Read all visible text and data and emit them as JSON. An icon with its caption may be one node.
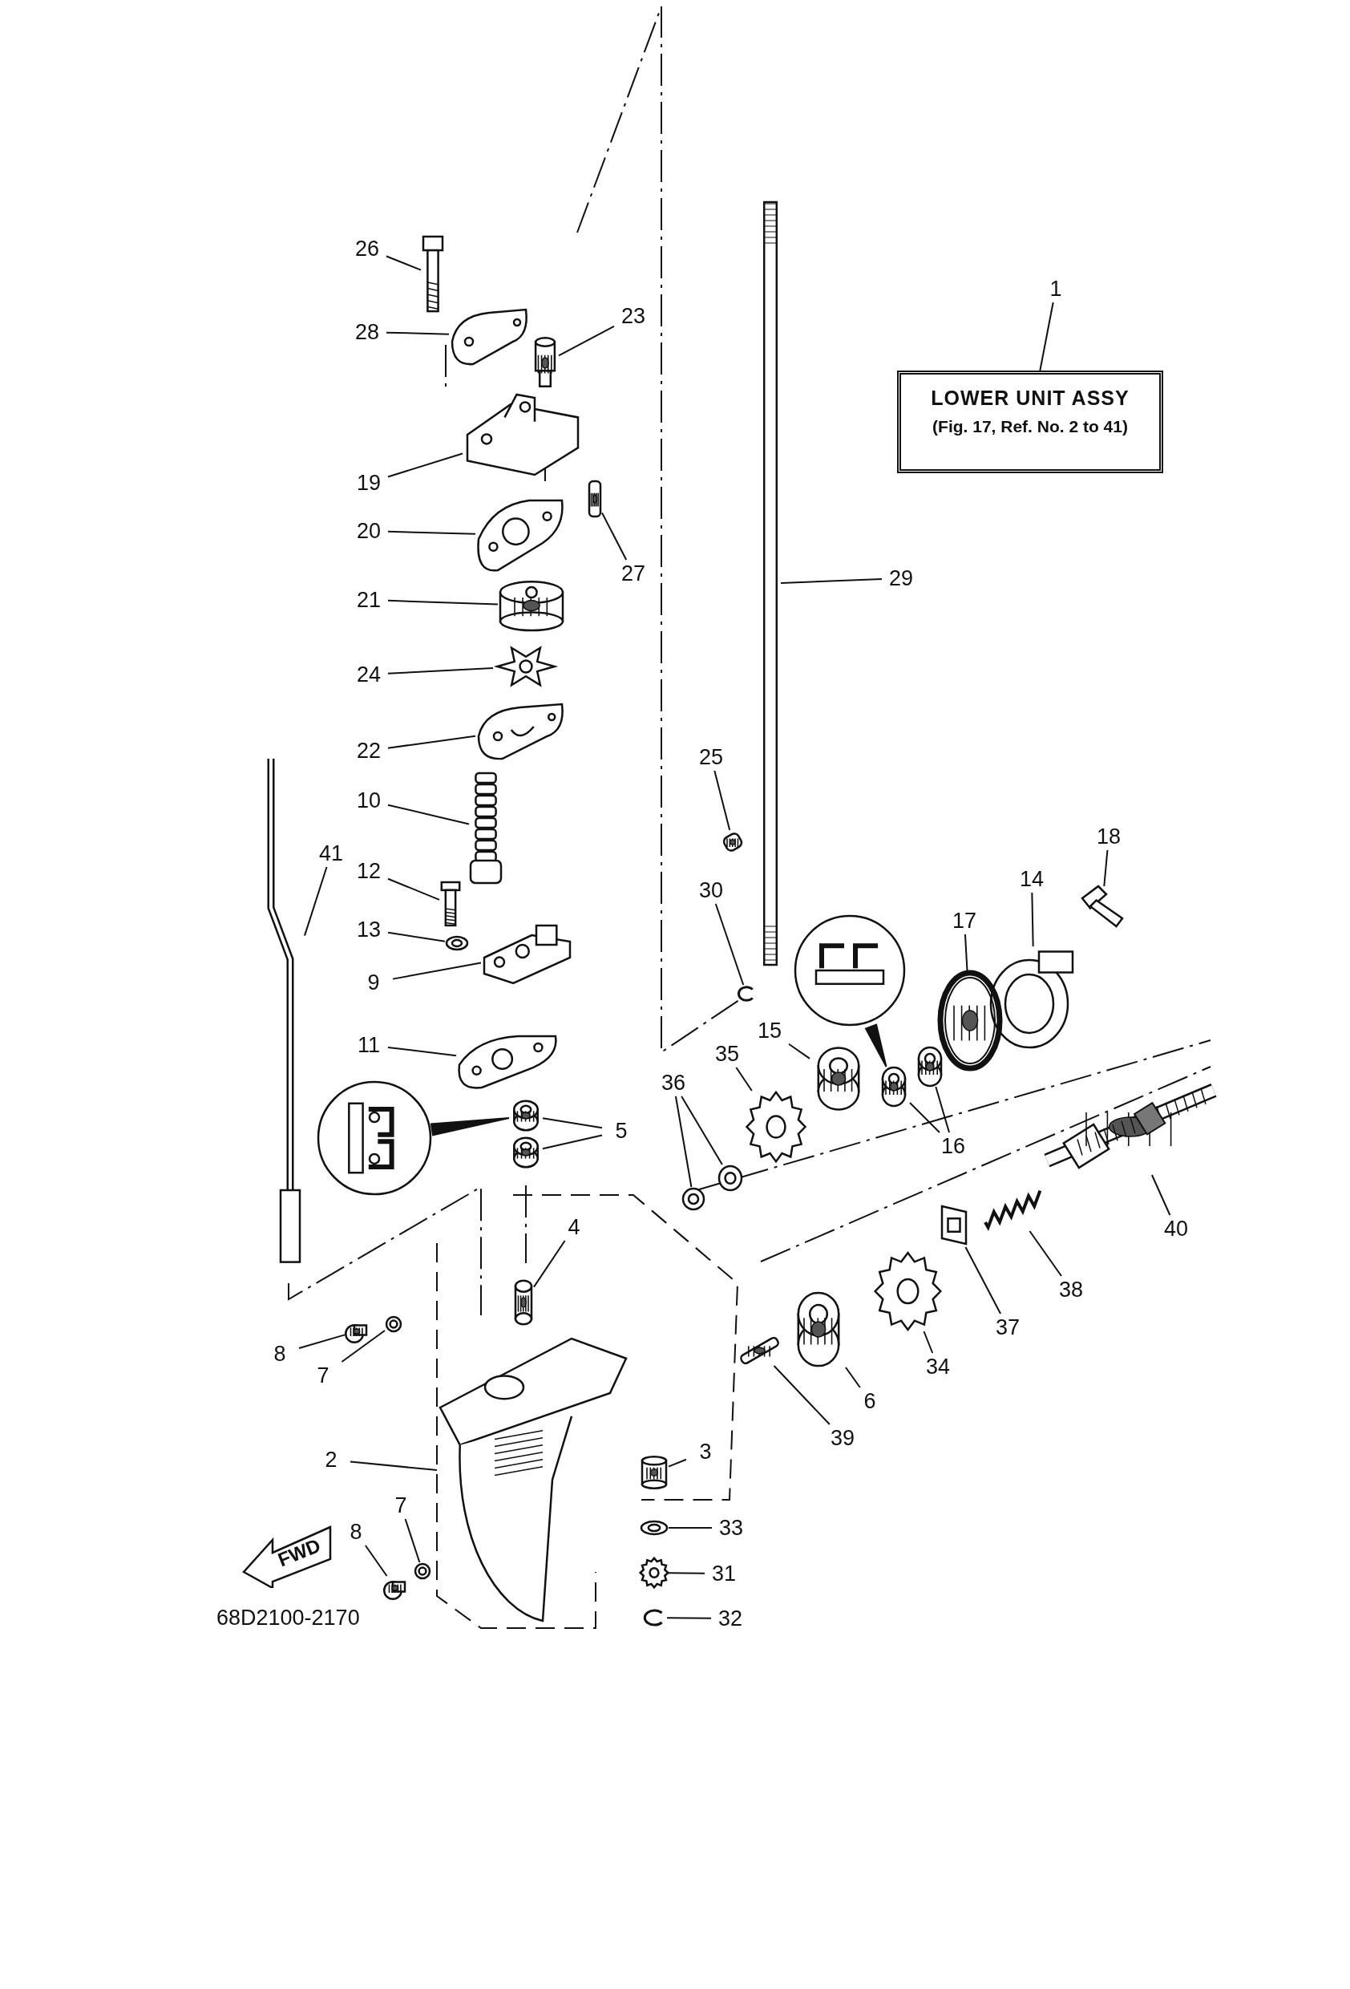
{
  "diagram": {
    "nodes": [
      {
        "text": [
          "1"
        ]
      },
      {
        "text": [
          "LOWER UNIT ASSY",
          "(Fig. 17, Ref. No. 2 to 41)"
        ]
      },
      {
        "text": [
          "26"
        ]
      },
      {
        "text": [],
        "shape": "picture"
      },
      {
        "text": [
          "28"
        ]
      },
      {
        "text": [],
        "shape": "picture"
      },
      {
        "text": [
          "23"
        ]
      },
      {
        "text": [],
        "shape": "picture"
      },
      {
        "text": [
          "19"
        ]
      },
      {
        "text": [],
        "shape": "picture"
      },
      {
        "text": [
          "20"
        ]
      },
      {
        "text": [],
        "shape": "picture"
      },
      {
        "text": [
          "27"
        ]
      },
      {
        "text": [],
        "shape": "picture"
      },
      {
        "text": [
          "21"
        ]
      },
      {
        "text": [],
        "shape": "picture"
      },
      {
        "text": [
          "24"
        ]
      },
      {
        "text": [],
        "shape": "picture"
      },
      {
        "text": [
          "22"
        ]
      },
      {
        "text": [],
        "shape": "picture"
      },
      {
        "text": [
          "10"
        ]
      },
      {
        "text": [],
        "shape": "picture"
      },
      {
        "text": [
          "12"
        ]
      },
      {
        "text": [],
        "shape": "picture"
      },
      {
        "text": [
          "13"
        ]
      },
      {
        "text": [],
        "shape": "picture"
      },
      {
        "text": [
          "9"
        ]
      },
      {
        "text": [],
        "shape": "picture"
      },
      {
        "text": [
          "11"
        ]
      },
      {
        "text": [],
        "shape": "picture"
      },
      {
        "text": [
          "41"
        ]
      },
      {
        "text": [],
        "shape": "picture"
      },
      {
        "text": [
          "5"
        ]
      },
      {
        "text": [],
        "shape": "picture"
      },
      {
        "text": [],
        "shape": "picture"
      },
      {
        "text": [],
        "shape": "picture"
      },
      {
        "text": [
          "4"
        ]
      },
      {
        "text": [],
        "shape": "picture"
      },
      {
        "text": [
          "8"
        ]
      },
      {
        "text": [],
        "shape": "picture"
      },
      {
        "text": [
          "7"
        ]
      },
      {
        "text": [],
        "shape": "picture"
      },
      {
        "text": [
          "2"
        ]
      },
      {
        "text": [],
        "shape": "picture"
      },
      {
        "text": [
          "3"
        ]
      },
      {
        "text": [],
        "shape": "picture"
      },
      {
        "text": [
          "33"
        ]
      },
      {
        "text": [],
        "shape": "picture"
      },
      {
        "text": [
          "31"
        ]
      },
      {
        "text": [],
        "shape": "picture"
      },
      {
        "text": [
          "32"
        ]
      },
      {
        "text": [],
        "shape": "picture"
      },
      {
        "text": [
          "8"
        ]
      },
      {
        "text": [],
        "shape": "picture"
      },
      {
        "text": [
          "7"
        ]
      },
      {
        "text": [],
        "shape": "picture"
      },
      {
        "text": [
          "29"
        ]
      },
      {
        "text": [],
        "shape": "picture"
      },
      {
        "text": [
          "25"
        ]
      },
      {
        "text": [],
        "shape": "picture"
      },
      {
        "text": [
          "30"
        ]
      },
      {
        "text": [],
        "shape": "picture"
      },
      {
        "text": [],
        "shape": "picture"
      },
      {
        "text": [
          "18"
        ]
      },
      {
        "text": [],
        "shape": "picture"
      },
      {
        "text": [
          "14"
        ]
      },
      {
        "text": [],
        "shape": "picture"
      },
      {
        "text": [
          "17"
        ]
      },
      {
        "text": [],
        "shape": "picture"
      },
      {
        "text": [
          "15"
        ]
      },
      {
        "text": [],
        "shape": "picture"
      },
      {
        "text": [
          "35"
        ]
      },
      {
        "text": [],
        "shape": "picture"
      },
      {
        "text": [
          "36"
        ]
      },
      {
        "text": [],
        "shape": "picture"
      },
      {
        "text": [],
        "shape": "picture"
      },
      {
        "text": [
          "16"
        ]
      },
      {
        "text": [],
        "shape": "picture"
      },
      {
        "text": [],
        "shape": "picture"
      },
      {
        "text": [
          "40"
        ]
      },
      {
        "text": [],
        "shape": "picture"
      },
      {
        "text": [
          "38"
        ]
      },
      {
        "text": [],
        "shape": "picture"
      },
      {
        "text": [
          "37"
        ]
      },
      {
        "text": [],
        "shape": "picture"
      },
      {
        "text": [
          "34"
        ]
      },
      {
        "text": [],
        "shape": "picture"
      },
      {
        "text": [
          "6"
        ]
      },
      {
        "text": [],
        "shape": "picture"
      },
      {
        "text": [
          "39"
        ]
      },
      {
        "text": [],
        "shape": "picture"
      }
    ],
    "edges": [
      {
        "from": 0,
        "to": 1,
        "arrow": "none"
      },
      {
        "from": 2,
        "to": 3,
        "arrow": "none"
      },
      {
        "from": 4,
        "to": 5,
        "arrow": "none"
      },
      {
        "from": 6,
        "to": 7,
        "arrow": "none"
      },
      {
        "from": 8,
        "to": 9,
        "arrow": "none"
      },
      {
        "from": 10,
        "to": 11,
        "arrow": "none"
      },
      {
        "from": 12,
        "to": 13,
        "arrow": "none"
      },
      {
        "from": 14,
        "to": 15,
        "arrow": "none"
      },
      {
        "from": 16,
        "to": 17,
        "arrow": "none"
      },
      {
        "from": 18,
        "to": 19,
        "arrow": "none"
      },
      {
        "from": 20,
        "to": 21,
        "arrow": "none"
      },
      {
        "from": 22,
        "to": 23,
        "arrow": "none"
      },
      {
        "from": 24,
        "to": 25,
        "arrow": "none"
      },
      {
        "from": 26,
        "to": 27,
        "arrow": "none"
      },
      {
        "from": 28,
        "to": 29,
        "arrow": "none"
      },
      {
        "from": 30,
        "to": 31,
        "arrow": "none"
      },
      {
        "from": 32,
        "to": 33,
        "arrow": "none"
      },
      {
        "from": 32,
        "to": 34,
        "arrow": "none"
      },
      {
        "from": 33,
        "to": 35,
        "arrow": "none"
      },
      {
        "from": 36,
        "to": 37,
        "arrow": "none"
      },
      {
        "from": 38,
        "to": 39,
        "arrow": "none"
      },
      {
        "from": 40,
        "to": 41,
        "arrow": "none"
      },
      {
        "from": 42,
        "to": 43,
        "arrow": "none"
      },
      {
        "from": 44,
        "to": 45,
        "arrow": "none"
      },
      {
        "from": 46,
        "to": 47,
        "arrow": "none"
      },
      {
        "from": 48,
        "to": 49,
        "arrow": "none"
      },
      {
        "from": 50,
        "to": 51,
        "arrow": "none"
      },
      {
        "from": 52,
        "to": 53,
        "arrow": "none"
      },
      {
        "from": 54,
        "to": 55,
        "arrow": "none"
      },
      {
        "from": 56,
        "to": 57,
        "arrow": "none"
      },
      {
        "from": 58,
        "to": 59,
        "arrow": "none"
      },
      {
        "from": 60,
        "to": 61,
        "arrow": "none"
      },
      {
        "from": 63,
        "to": 64,
        "arrow": "none"
      },
      {
        "from": 65,
        "to": 66,
        "arrow": "none"
      },
      {
        "from": 67,
        "to": 68,
        "arrow": "none"
      },
      {
        "from": 69,
        "to": 70,
        "arrow": "none"
      },
      {
        "from": 71,
        "to": 72,
        "arrow": "none"
      },
      {
        "from": 73,
        "to": 74,
        "arrow": "none"
      },
      {
        "from": 73,
        "to": 75,
        "arrow": "none"
      },
      {
        "from": 76,
        "to": 77,
        "arrow": "none"
      },
      {
        "from": 76,
        "to": 78,
        "arrow": "none"
      },
      {
        "from": 77,
        "to": 62,
        "arrow": "none"
      },
      {
        "from": 79,
        "to": 80,
        "arrow": "none"
      },
      {
        "from": 81,
        "to": 82,
        "arrow": "none"
      },
      {
        "from": 83,
        "to": 84,
        "arrow": "none"
      },
      {
        "from": 85,
        "to": 86,
        "arrow": "none"
      },
      {
        "from": 87,
        "to": 88,
        "arrow": "none"
      },
      {
        "from": 89,
        "to": 90,
        "arrow": "none"
      }
    ],
    "labels": [
      "FWD",
      "68D2100-2170"
    ]
  }
}
